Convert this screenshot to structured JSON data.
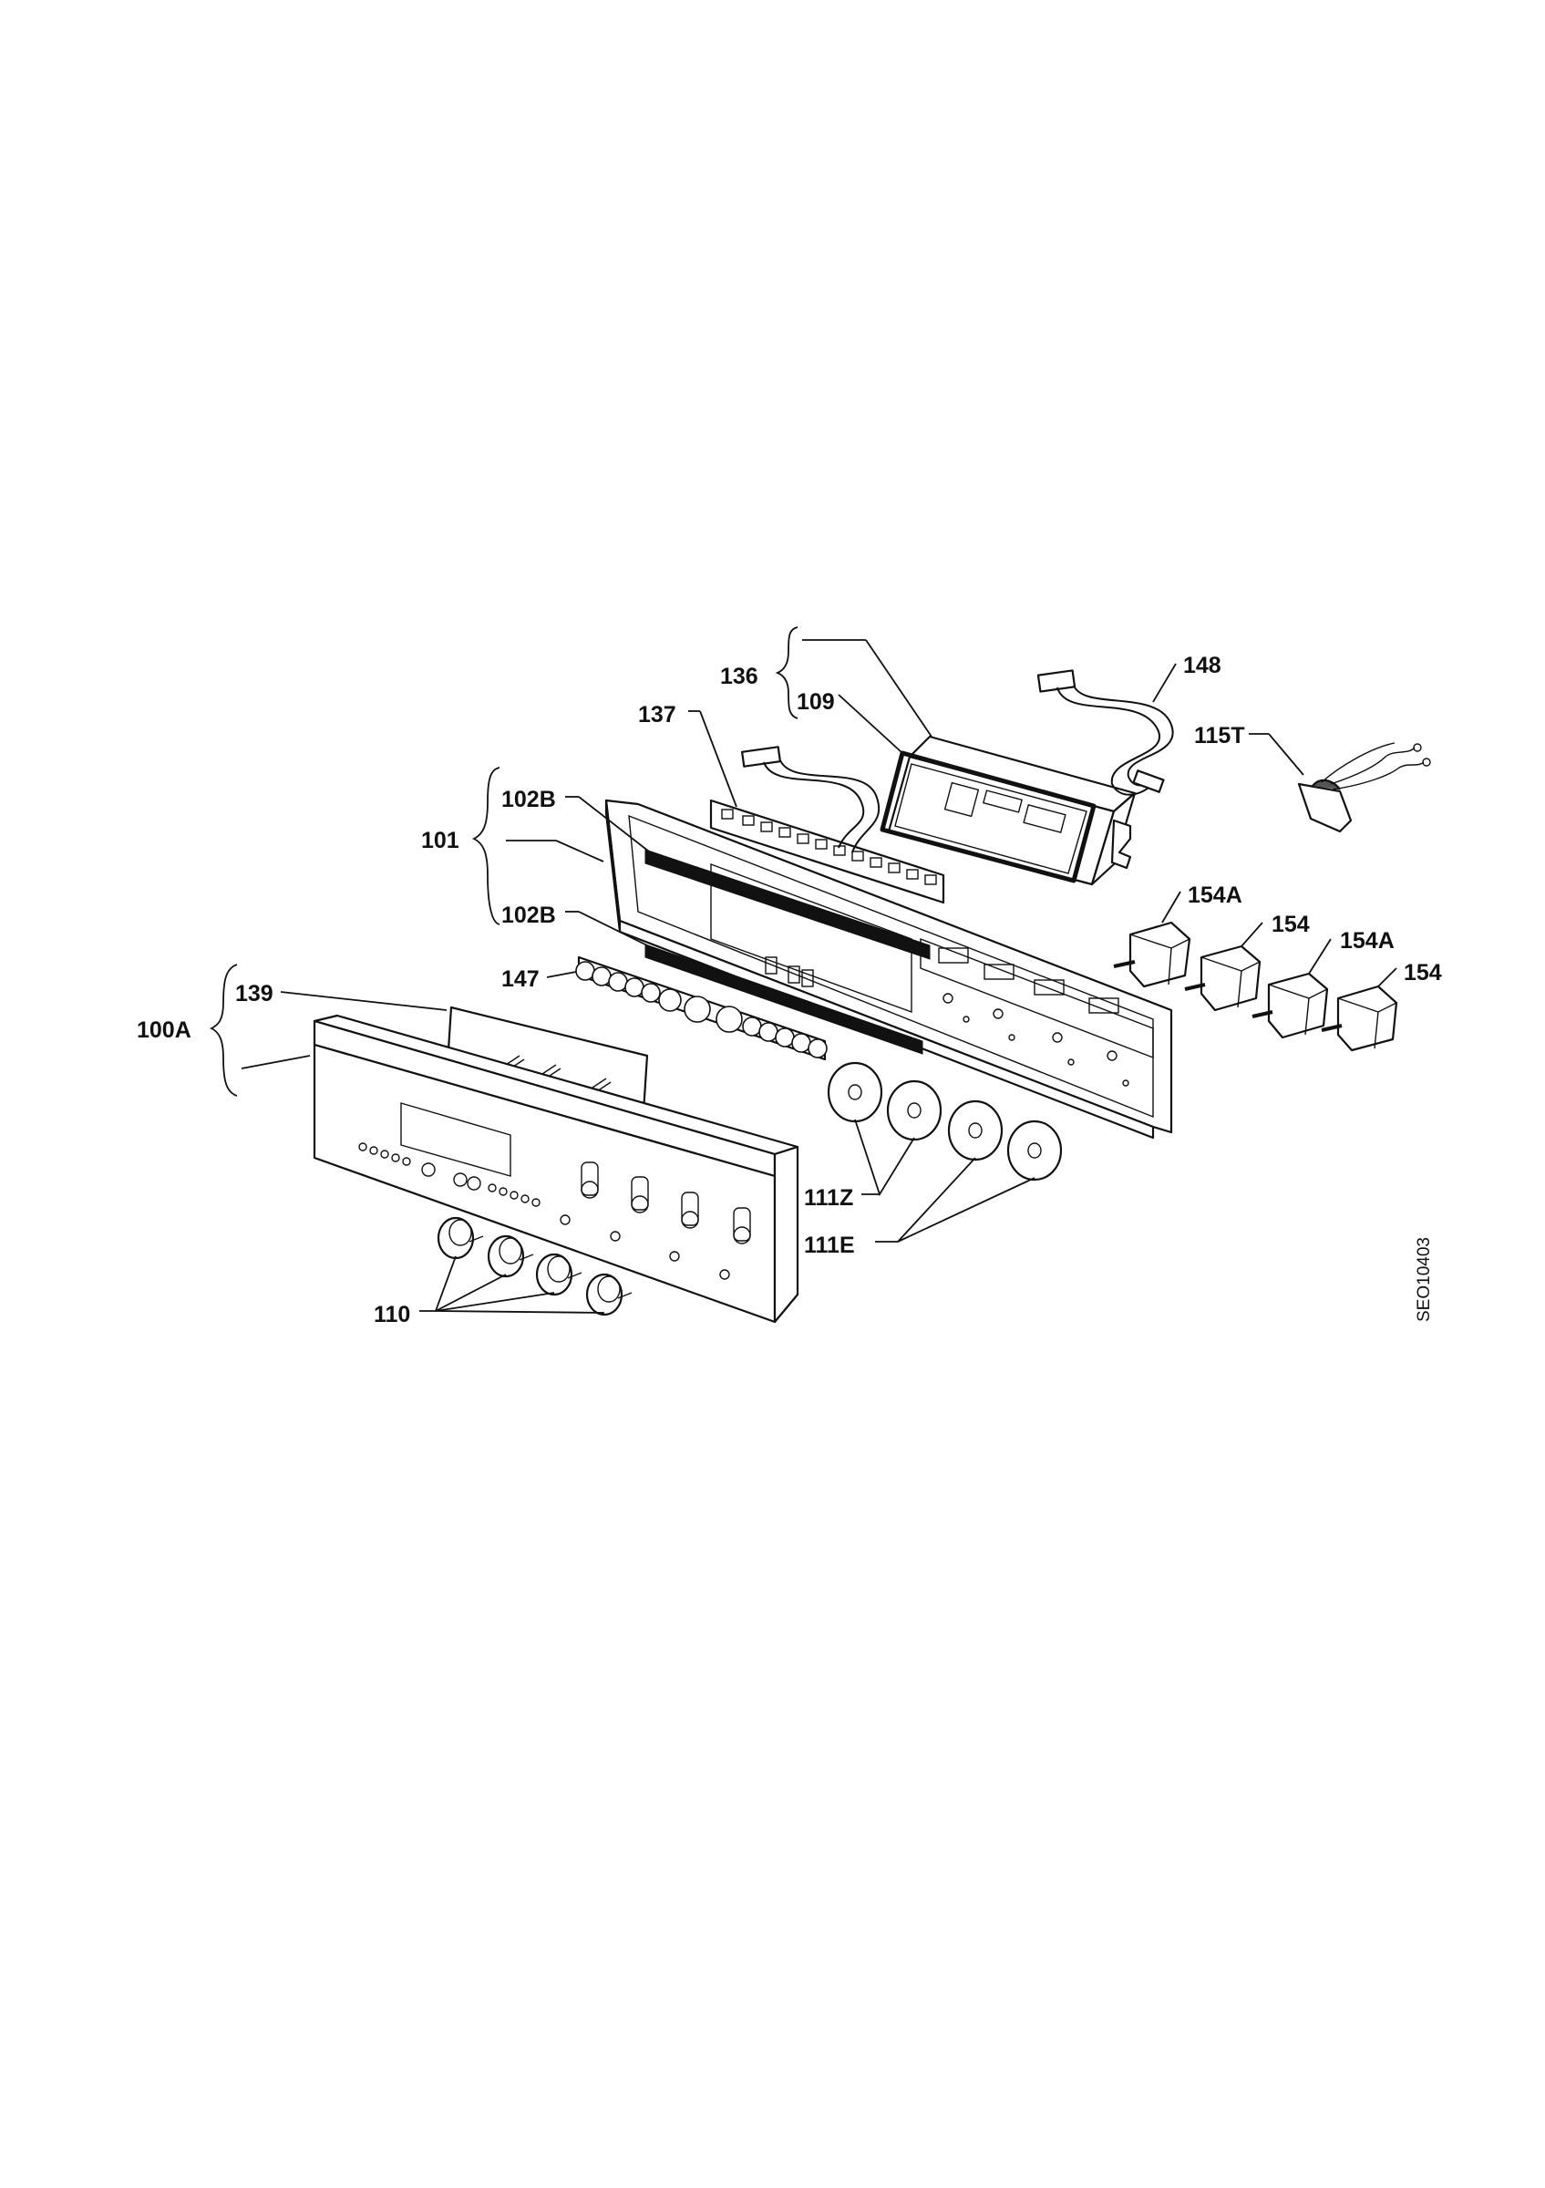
{
  "labels": {
    "l136": "136",
    "l148": "148",
    "l109": "109",
    "l137": "137",
    "l115T": "115T",
    "l102B_top": "102B",
    "l101": "101",
    "l154A_1": "154A",
    "l154_1": "154",
    "l102B_bottom": "102B",
    "l154A_2": "154A",
    "l147": "147",
    "l154_2": "154",
    "l139": "139",
    "l100A": "100A",
    "l111Z": "111Z",
    "l111E": "111E",
    "l110": "110"
  },
  "drawing_code": "SEO10403"
}
